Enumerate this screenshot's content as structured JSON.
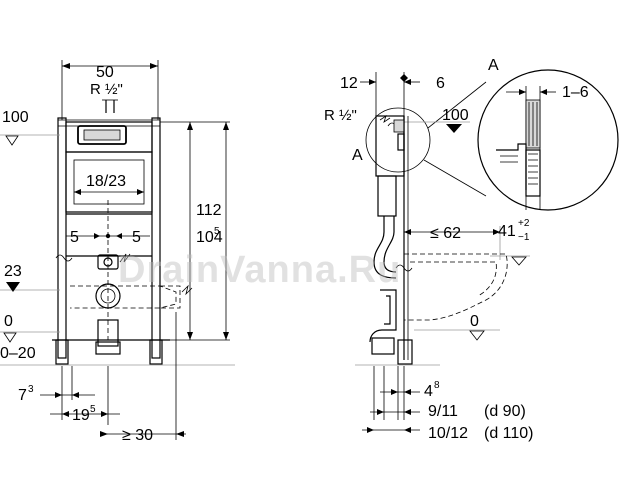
{
  "left_view": {
    "frame_width": "50",
    "connection_top": "R ½\"",
    "level_100": "100",
    "flush_plate_width": "18/23",
    "offset_left": "5",
    "offset_right": "5",
    "level_23": "23",
    "level_0": "0",
    "floor_range": "0–20",
    "height_112": "112",
    "height_104_main": "104",
    "height_104_sup": "5",
    "dim_7_main": "7",
    "dim_7_sup": "3",
    "dim_19_main": "19",
    "dim_19_sup": "5",
    "min_distance": "≥ 30"
  },
  "right_view": {
    "dim_12": "12",
    "dim_6": "6",
    "connection_side": "R ½\"",
    "level_100": "100",
    "detail_marker": "A",
    "max_depth": "≤ 62",
    "dim_41_main": "41",
    "dim_41_plus": "+2",
    "dim_41_minus": "−1",
    "level_0": "0",
    "dim_4_main": "4",
    "dim_4_sup": "8",
    "dim_9_11": "9/11",
    "note_d90": "(d 90)",
    "dim_10_12": "10/12",
    "note_d110": "(d 110)"
  },
  "detail": {
    "label": "A",
    "range": "1–6"
  },
  "watermark": "DrainVanna.Ru"
}
